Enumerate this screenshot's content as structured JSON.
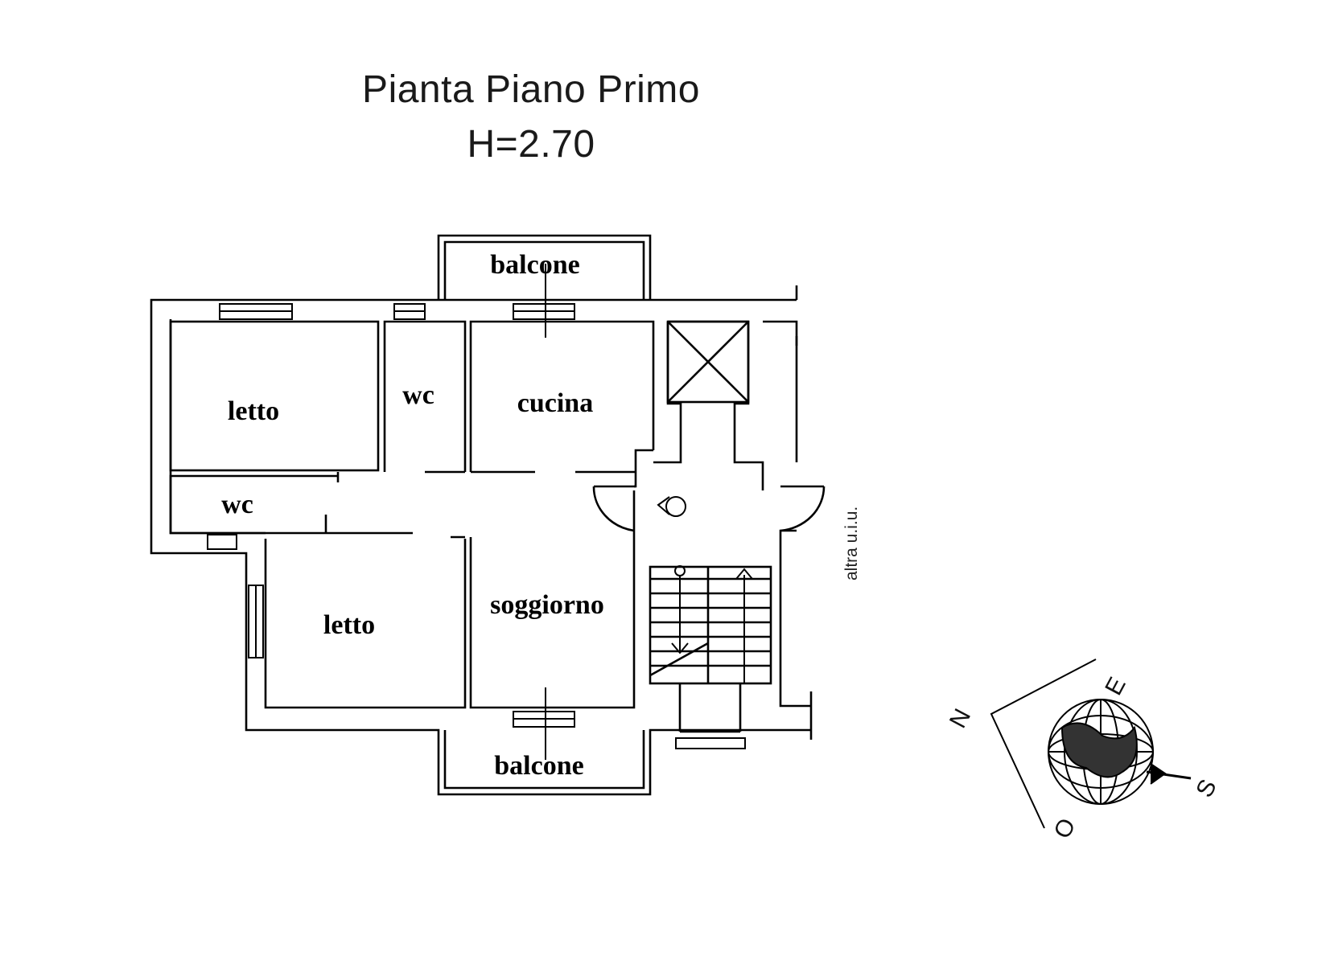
{
  "title": "Pianta Piano Primo",
  "height_label": "H=2.70",
  "rooms": {
    "balcone_top": "balcone",
    "letto_1": "letto",
    "wc_1": "wc",
    "cucina": "cucina",
    "wc_2": "wc",
    "letto_2": "letto",
    "soggiorno": "soggiorno",
    "balcone_bottom": "balcone"
  },
  "side_note": "altra u.i.u.",
  "compass": {
    "n": "N",
    "e": "E",
    "s": "S",
    "o": "O"
  }
}
